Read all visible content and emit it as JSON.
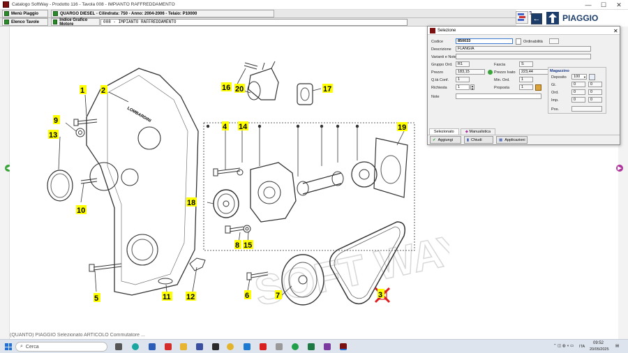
{
  "window": {
    "title": "Catalogo SoftWay - Prodotto 116 - Tavola 008 - IMPIANTO RAFFREDDAMENTO",
    "controls": [
      "—",
      "☐",
      "✕"
    ]
  },
  "nav": {
    "menu_btn": "Menù Piaggio",
    "product_btn": "QUARGO DIESEL - Cilindrata: 750 - Anno: 2004-2006 - Telaio: P10000",
    "elenco_btn": "Elenco Tavole",
    "indice_btn": "Indice Grafico Motore",
    "path": "008 - IMPIANTO RAFFREDDAMENTO"
  },
  "brand": {
    "logo_text": "PIAGGIO"
  },
  "drawing": {
    "parts": [
      "1",
      "2",
      "3",
      "4",
      "5",
      "6",
      "7",
      "8",
      "9",
      "10",
      "11",
      "12",
      "13",
      "14",
      "15",
      "16",
      "17",
      "18",
      "19",
      "20"
    ],
    "cover_text": "LOMBARDINI",
    "watermark": "SOFT WAY"
  },
  "dialog": {
    "title": "Selezione",
    "codice_label": "Codice",
    "codice_value": "850033",
    "ordinabilita_label": "Ordinabilità",
    "descrizione_label": "Descrizione",
    "descrizione_value": "FLANGIA",
    "varianti_label": "Varianti e Note",
    "gruppo_label": "Gruppo Ord.",
    "gruppo_value": "R1",
    "fascia_label": "Fascia",
    "fascia_value": "S",
    "prezzo_label": "Prezzo",
    "prezzo_value": "183,15",
    "prezzo_ivato_label": "Prezzo Ivato",
    "prezzo_ivato_value": "223,44",
    "qta_conf_label": "Q.tà Conf.",
    "qta_conf_value": "1",
    "min_ord_label": "Min. Ord.",
    "min_ord_value": "1",
    "richiesta_label": "Richiesta",
    "richiesta_value": "1",
    "proposta_label": "Proposta",
    "proposta_value": "1",
    "note_label": "Note",
    "magazzino": {
      "title": "Magazzino",
      "deposito_label": "Deposito",
      "deposito_value": "100",
      "gi_label": "Gi.",
      "ord_label": "Ord.",
      "imp_label": "Imp.",
      "pos_label": "Pos.",
      "values": [
        "0",
        "0",
        "0",
        "0",
        "0",
        "0"
      ]
    },
    "tabs": [
      "Selezionato",
      "Manualistica"
    ],
    "buttons": {
      "add": "Aggiungi",
      "close": "Chiudi",
      "apps": "Applicazioni"
    }
  },
  "background_strip": "(QUANTO) PIAGGIO          Selezionato          ARTICOLO          Commutatore ...",
  "taskbar": {
    "search_placeholder": "Cerca",
    "lang": "ITA",
    "time": "09:52",
    "date": "20/05/2025"
  }
}
